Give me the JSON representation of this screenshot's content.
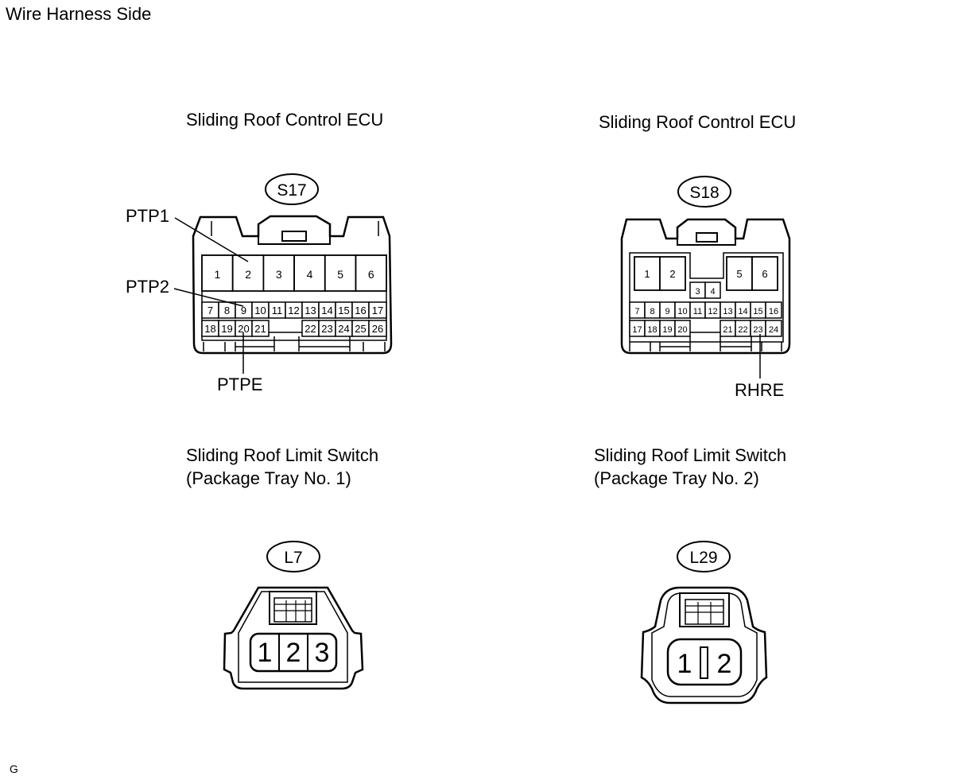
{
  "page_title": "Wire Harness Side",
  "footer_code": "G",
  "connectors": {
    "s17": {
      "component": "Sliding Roof Control ECU",
      "id": "S17",
      "pins": [
        "1",
        "2",
        "3",
        "4",
        "5",
        "6",
        "7",
        "8",
        "9",
        "10",
        "11",
        "12",
        "13",
        "14",
        "15",
        "16",
        "17",
        "18",
        "19",
        "20",
        "21",
        "22",
        "23",
        "24",
        "25",
        "26"
      ],
      "callouts": {
        "ptp1": "PTP1",
        "ptp2": "PTP2",
        "ptpe": "PTPE"
      }
    },
    "s18": {
      "component": "Sliding Roof Control ECU",
      "id": "S18",
      "pins": [
        "1",
        "2",
        "3",
        "4",
        "5",
        "6",
        "7",
        "8",
        "9",
        "10",
        "11",
        "12",
        "13",
        "14",
        "15",
        "16",
        "17",
        "18",
        "19",
        "20",
        "21",
        "22",
        "23",
        "24"
      ],
      "callouts": {
        "rhre": "RHRE"
      }
    },
    "l7": {
      "component_line1": "Sliding Roof Limit Switch",
      "component_line2": "(Package Tray No. 1)",
      "id": "L7",
      "pins": [
        "1",
        "2",
        "3"
      ]
    },
    "l29": {
      "component_line1": "Sliding Roof Limit Switch",
      "component_line2": "(Package Tray No. 2)",
      "id": "L29",
      "pins": [
        "1",
        "2"
      ]
    }
  }
}
